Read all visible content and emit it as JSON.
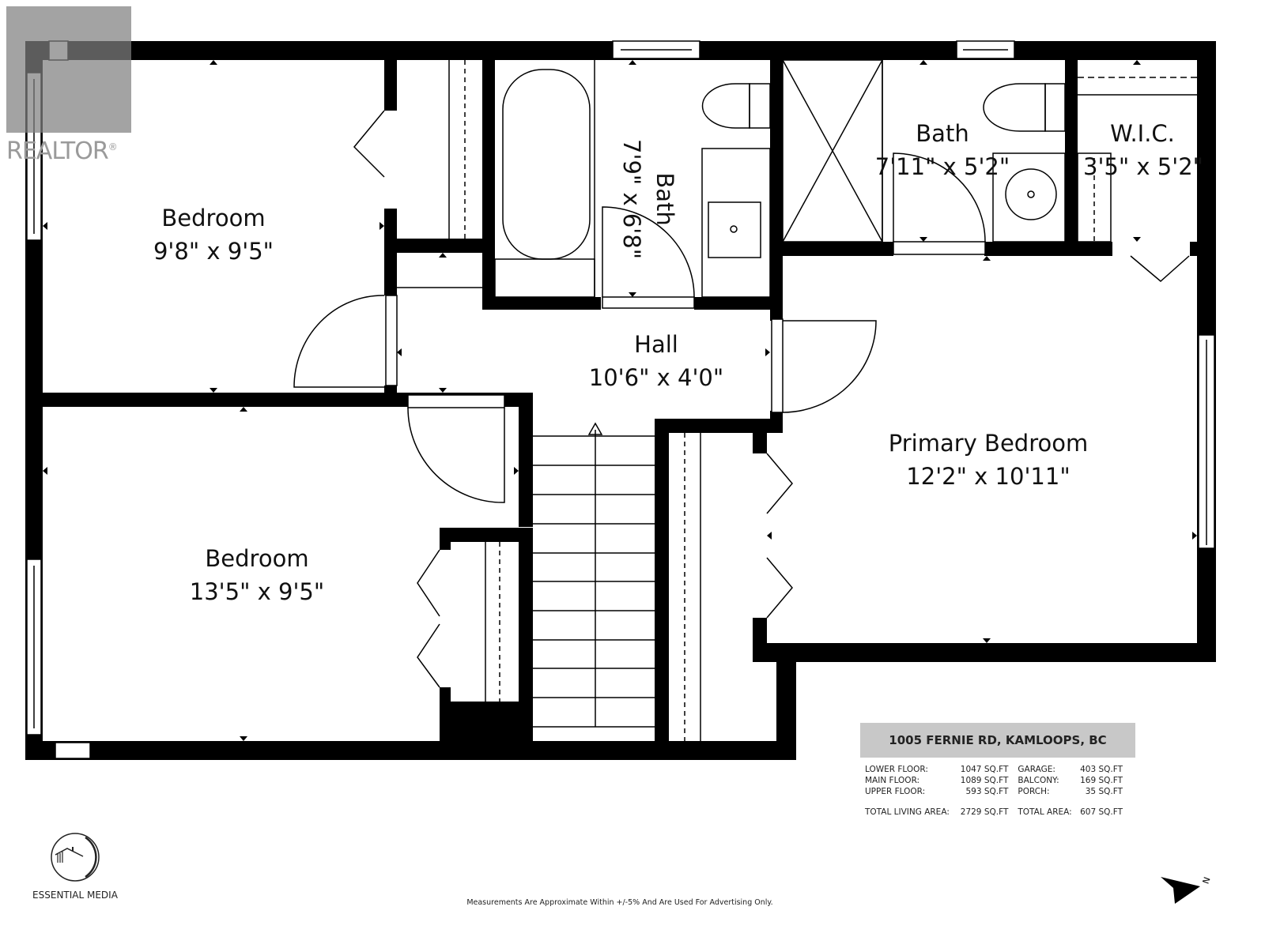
{
  "watermark": {
    "logo_text": "REALTOR",
    "registered_mark": "®"
  },
  "rooms": [
    {
      "id": "bedroom-2",
      "name": "Bedroom",
      "dims": "9'8\" x 9'5\""
    },
    {
      "id": "bath-main",
      "name": "Bath",
      "dims": "7'9\" x 6'8\""
    },
    {
      "id": "bath-ensuite",
      "name": "Bath",
      "dims": "7'11\" x 5'2\""
    },
    {
      "id": "wic",
      "name": "W.I.C.",
      "dims": "3'5\" x 5'2\""
    },
    {
      "id": "hall",
      "name": "Hall",
      "dims": "10'6\" x 4'0\""
    },
    {
      "id": "primary-bedroom",
      "name": "Primary Bedroom",
      "dims": "12'2\" x 10'11\""
    },
    {
      "id": "bedroom-3",
      "name": "Bedroom",
      "dims": "13'5\" x 9'5\""
    }
  ],
  "info": {
    "address": "1005 FERNIE RD, KAMLOOPS, BC",
    "rows": [
      {
        "label": "LOWER FLOOR:",
        "value": "1047 SQ.FT",
        "label2": "GARAGE:",
        "value2": "403 SQ.FT"
      },
      {
        "label": "MAIN FLOOR:",
        "value": "1089 SQ.FT",
        "label2": "BALCONY:",
        "value2": "169 SQ.FT"
      },
      {
        "label": "UPPER FLOOR:",
        "value": "593 SQ.FT",
        "label2": "PORCH:",
        "value2": "35 SQ.FT"
      }
    ],
    "total": {
      "label": "TOTAL LIVING AREA:",
      "value": "2729 SQ.FT",
      "label2": "TOTAL AREA:",
      "value2": "607 SQ.FT"
    }
  },
  "brand": {
    "name": "ESSENTIAL MEDIA"
  },
  "disclaimer": "Measurements Are Approximate Within +/-5% And Are Used For Advertising Only.",
  "compass": {
    "label": "N"
  },
  "colors": {
    "wall": "#000000",
    "background": "#ffffff",
    "info_header": "#c8c8c8",
    "watermark": "#808080"
  }
}
